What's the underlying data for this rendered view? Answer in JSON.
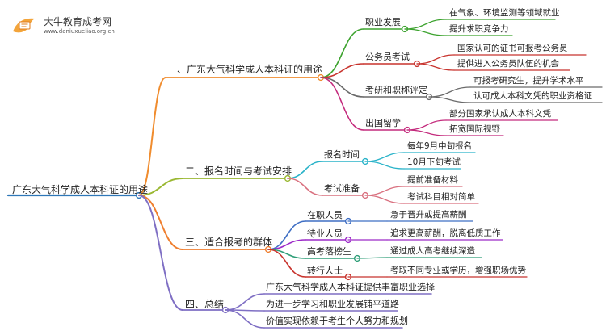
{
  "logo": {
    "name": "大牛教育成考网",
    "site": "www.daniuxueliao.org.cn"
  },
  "root": "广东大气科学成人本科证的用途",
  "branches": [
    {
      "label": "一、广东大气科学成人本科证的用途",
      "color": "#f08c2e",
      "children": [
        {
          "label": "职业发展",
          "color": "#3da32f",
          "items": [
            "在气象、环境监测等领域就业",
            "提升求职竞争力"
          ]
        },
        {
          "label": "公务员考试",
          "color": "#c8332d",
          "items": [
            "国家认可的证书可报考公务员",
            "提供进入公务员队伍的机会"
          ]
        },
        {
          "label": "考研和职称评定",
          "color": "#6a6a6a",
          "items": [
            "可报考研究生，提升学术水平",
            "认可成人本科文凭的职业资格证"
          ]
        },
        {
          "label": "出国留学",
          "color": "#c42b7d",
          "items": [
            "部分国家承认成人本科文凭",
            "拓宽国际视野"
          ]
        }
      ]
    },
    {
      "label": "二、报名时间与考试安排",
      "color": "#9ab832",
      "children": [
        {
          "label": "报名时间",
          "color": "#2ab3c9",
          "items": [
            "每年9月中旬报名",
            "10月下旬考试"
          ]
        },
        {
          "label": "考试准备",
          "color": "#d9707f",
          "items": [
            "提前准备材料",
            "考试科目相对简单"
          ]
        }
      ]
    },
    {
      "label": "三、适合报考的群体",
      "color": "#ef7f30",
      "children": [
        {
          "label": "在职人员",
          "color": "#3f6fc4",
          "items": [
            "急于晋升或提高薪酬"
          ]
        },
        {
          "label": "待业人员",
          "color": "#9c2ac8",
          "items": [
            "追求更高薪酬，脱离低质工作"
          ]
        },
        {
          "label": "高考落榜生",
          "color": "#2f9e78",
          "items": [
            "通过成人高考继续深造"
          ]
        },
        {
          "label": "转行人士",
          "color": "#c8332d",
          "items": [
            "考取不同专业或学历，增强职场优势"
          ]
        }
      ]
    },
    {
      "label": "四、总结",
      "color": "#7f6fc4",
      "children": [
        {
          "label": "广东大气科学成人本科证提供丰富职业选择",
          "color": "#7f6fc4",
          "items": []
        },
        {
          "label": "为进一步学习和职业发展铺平道路",
          "color": "#7f6fc4",
          "items": []
        },
        {
          "label": "价值实现依赖于考生个人努力和规划",
          "color": "#7f6fc4",
          "items": []
        }
      ]
    }
  ]
}
